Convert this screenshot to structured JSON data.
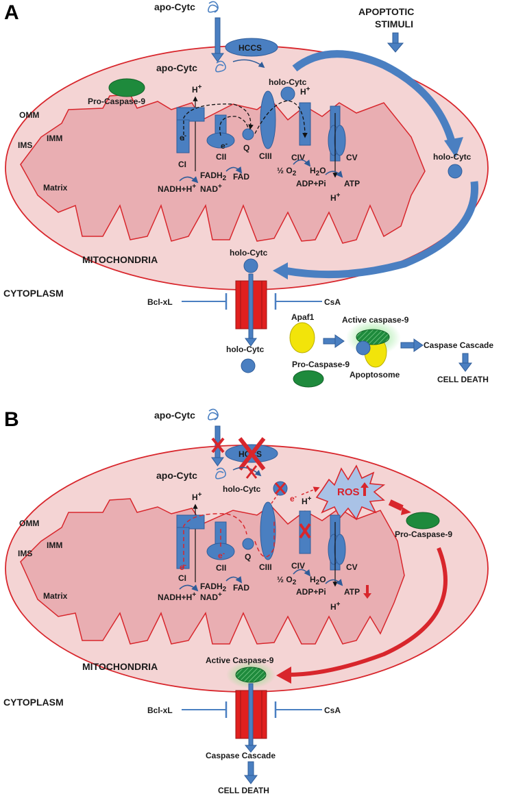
{
  "panels": {
    "a": {
      "letter": "A",
      "apo_cytc_top": "apo-Cytc",
      "hccs": "HCCS",
      "apo_cytc_inner": "apo-Cytc",
      "apoptotic_stimuli_1": "APOPTOTIC",
      "apoptotic_stimuli_2": "STIMULI",
      "pro_caspase_9": "Pro-Caspase-9",
      "holo_cytc": "holo-Cytc",
      "h_plus_top": "H",
      "h_plus_ciii": "H",
      "omm": "OMM",
      "ims": "IMS",
      "imm": "IMM",
      "matrix": "Matrix",
      "ci": "CI",
      "cii": "CII",
      "q": "Q",
      "ciii": "CIII",
      "civ": "CIV",
      "cv": "CV",
      "electron": "e",
      "fadh2": "FADH",
      "fad": "FAD",
      "nadh": "NADH+H",
      "nad": "NAD",
      "half_o2": "½ O",
      "h2o": "H",
      "adp": "ADP+Pi",
      "atp": "ATP",
      "h_plus_cv": "H",
      "holo_cytc_right": "holo-Cytc",
      "mitochondria": "MITOCHONDRIA",
      "holo_cytc_bottom": "holo-Cytc",
      "cytoplasm": "CYTOPLASM",
      "bcl_xl": "Bcl-xL",
      "csa": "CsA",
      "apaf1": "Apaf1",
      "active_caspase_9": "Active caspase-9",
      "caspase_cascade": "Caspase Cascade",
      "holo_cytc_out": "holo-Cytc",
      "pro_caspase_9_out": "Pro-Caspase-9",
      "apoptosome": "Apoptosome",
      "cell_death": "CELL DEATH"
    },
    "b": {
      "letter": "B",
      "apo_cytc_top": "apo-Cytc",
      "hccs": "HCCS",
      "apo_cytc_inner": "apo-Cytc",
      "holo_cytc": "holo-Cytc",
      "ros": "ROS",
      "h_plus_top": "H",
      "h_plus_civ": "H",
      "omm": "OMM",
      "ims": "IMS",
      "imm": "IMM",
      "matrix": "Matrix",
      "pro_caspase_9": "Pro-Caspase-9",
      "ci": "CI",
      "cii": "CII",
      "q": "Q",
      "ciii": "CIII",
      "civ": "CIV",
      "cv": "CV",
      "electron": "e",
      "fadh2": "FADH",
      "fad": "FAD",
      "nadh": "NADH+H",
      "nad": "NAD",
      "half_o2": "½ O",
      "h2o": "H",
      "adp": "ADP+Pi",
      "atp": "ATP",
      "h_plus_cv": "H",
      "mitochondria": "MITOCHONDRIA",
      "active_caspase_9": "Active Caspase-9",
      "cytoplasm": "CYTOPLASM",
      "bcl_xl": "Bcl-xL",
      "csa": "CsA",
      "caspase_cascade": "Caspase Cascade",
      "cell_death": "CELL DEATH"
    }
  },
  "glyphs": {
    "plus": "+",
    "minus": "-",
    "two": "2"
  },
  "colors": {
    "mito_fill": "#f4d4d4",
    "membrane": "#d8262c",
    "matrix_fill": "#e9aeb2",
    "protein": "#4a7fc1",
    "protein_stroke": "#2f5c99",
    "caspase": "#1e8a3c",
    "apaf": "#f2e40a",
    "channel": "#e0201f",
    "red_arrow": "#d8262c"
  }
}
